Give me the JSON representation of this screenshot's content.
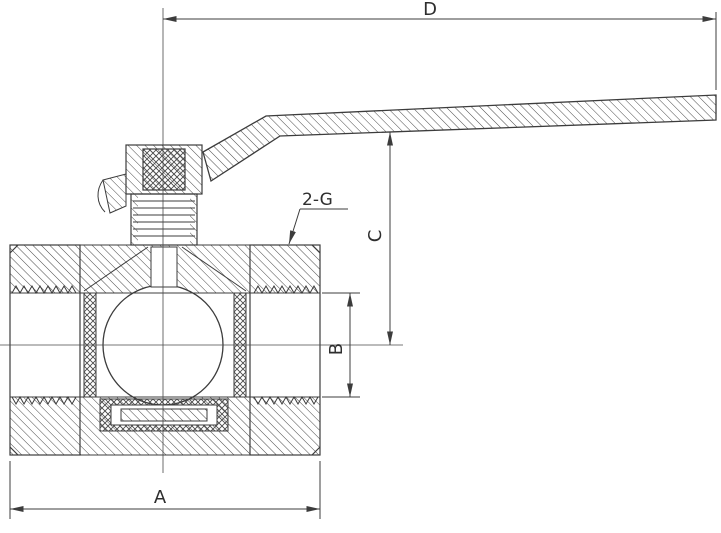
{
  "drawing": {
    "kind": "ball-valve-cross-section",
    "colors": {
      "line": "#3c3c3c",
      "background": "#ffffff"
    }
  },
  "labels": {
    "dim_d": "D",
    "dim_c": "C",
    "dim_b": "B",
    "dim_a": "A",
    "thread_note": "2-G"
  }
}
